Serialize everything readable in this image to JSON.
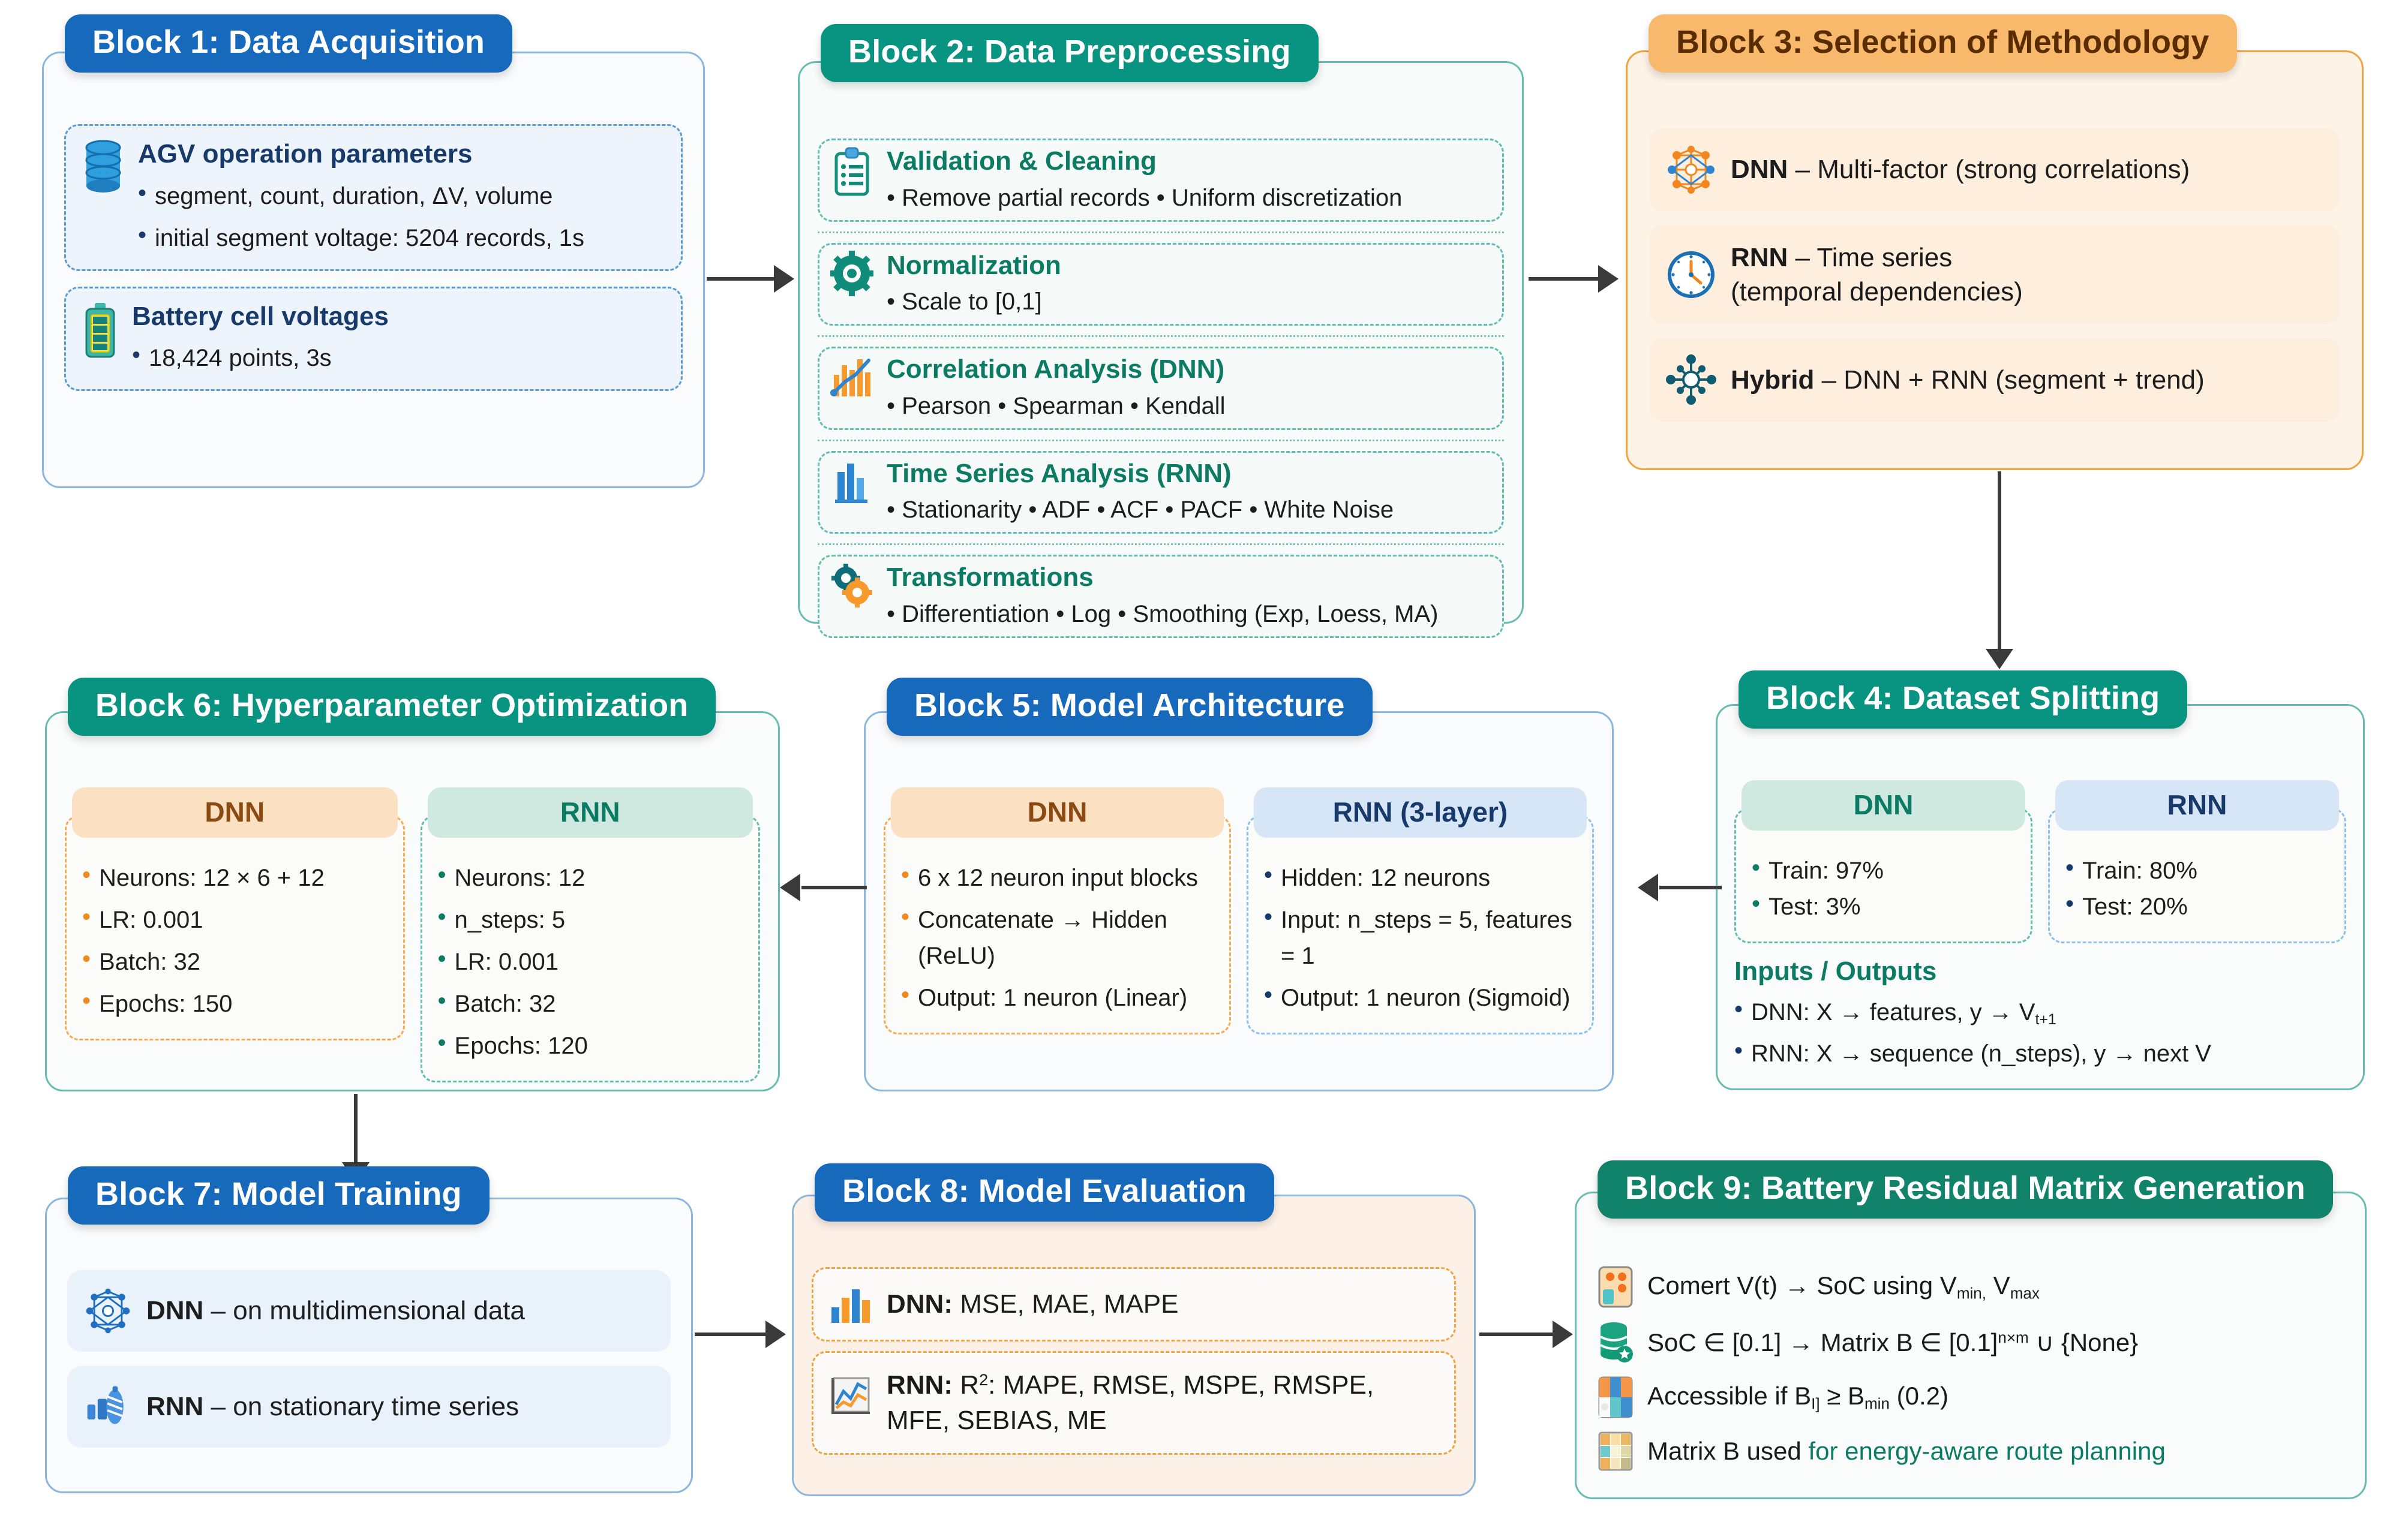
{
  "blocks": {
    "b1": {
      "title": "Block 1: Data Acquisition",
      "card1": {
        "title": "AGV operation parameters",
        "lines": [
          "segment, count, duration, ΔV, volume",
          "initial segment voltage: 5204 records, 1s"
        ],
        "icon": "database-icon"
      },
      "card2": {
        "title": "Battery cell voltages",
        "lines": [
          "18,424 points, 3s"
        ],
        "icon": "battery-icon"
      }
    },
    "b2": {
      "title": "Block 2: Data Preprocessing",
      "items": [
        {
          "title": "Validation & Cleaning",
          "line": "• Remove partial records  • Uniform discretization",
          "icon": "clipboard-icon"
        },
        {
          "title": "Normalization",
          "line": "• Scale to [0,1]",
          "icon": "gear-icon"
        },
        {
          "title": "Correlation Analysis (DNN)",
          "line": "• Pearson  • Spearman  • Kendall",
          "icon": "bar-trend-icon"
        },
        {
          "title": "Time Series Analysis (RNN)",
          "line": "• Stationarity • ADF • ACF • PACF • White Noise",
          "icon": "bar-chart-icon"
        },
        {
          "title": "Transformations",
          "line": "• Differentiation • Log • Smoothing (Exp, Loess, MA)",
          "icon": "gears-icon"
        }
      ]
    },
    "b3": {
      "title": "Block 3: Selection of Methodology",
      "items": [
        {
          "bold": "DNN",
          "rest": " – Multi-factor (strong correlations)",
          "icon": "neural-net-icon"
        },
        {
          "bold": "RNN",
          "rest": " – Time series",
          "rest2": "(temporal dependencies)",
          "icon": "clock-icon"
        },
        {
          "bold": "Hybrid",
          "rest": " – DNN + RNN (segment + trend)",
          "icon": "hybrid-net-icon"
        }
      ]
    },
    "b4": {
      "title": "Block 4: Dataset Splitting",
      "cols": [
        {
          "name": "DNN",
          "items": [
            "Train: 97%",
            "Test: 3%"
          ]
        },
        {
          "name": "RNN",
          "items": [
            "Train: 80%",
            "Test: 20%"
          ]
        }
      ],
      "io_title": "Inputs / Outputs",
      "io_items": [
        "DNN: X → features, y → V",
        "RNN: X → sequence (n_steps), y → next V"
      ],
      "io_sub": "t+1"
    },
    "b5": {
      "title": "Block 5: Model Architecture",
      "cols": [
        {
          "name": "DNN",
          "items": [
            "6 x 12 neuron input blocks",
            "Concatenate → Hidden (ReLU)",
            "Output: 1 neuron (Linear)"
          ]
        },
        {
          "name": "RNN (3-layer)",
          "items": [
            "Hidden: 12 neurons",
            "Input: n_steps = 5, features = 1",
            "Output: 1 neuron (Sigmoid)"
          ]
        }
      ]
    },
    "b6": {
      "title": "Block 6: Hyperparameter Optimization",
      "cols": [
        {
          "name": "DNN",
          "items": [
            "Neurons: 12 × 6 + 12",
            "LR: 0.001",
            "Batch: 32",
            "Epochs: 150"
          ]
        },
        {
          "name": "RNN",
          "items": [
            "Neurons: 12",
            "n_steps: 5",
            "LR: 0.001",
            "Batch: 32",
            "Epochs: 120"
          ]
        }
      ]
    },
    "b7": {
      "title": "Block 7: Model Training",
      "items": [
        {
          "bold": "DNN",
          "rest": " – on multidimensional data",
          "icon": "neural-net-icon"
        },
        {
          "bold": "RNN",
          "rest": " – on stationary time series",
          "icon": "rnn-icon"
        }
      ]
    },
    "b8": {
      "title": "Block 8: Model Evaluation",
      "items": [
        {
          "bold": "DNN:",
          "rest": " MSE, MAE, MAPE",
          "icon": "bar-chart-icon"
        },
        {
          "bold": "RNN:",
          "rest": " R",
          "sup": "2",
          "rest2": ": MAPE, RMSE, MSPE, RMSPE, MFE, SEBIAS, ME",
          "icon": "line-chart-icon"
        }
      ]
    },
    "b9": {
      "title": "Block 9: Battery Residual Matrix Generation",
      "items": [
        {
          "icon": "soc-card-icon",
          "text": "Comert V(t) → SoC using V",
          "sub1": "min,",
          "text2": " V",
          "sub2": "max"
        },
        {
          "icon": "db-star-icon",
          "text": "SoC ∈ [0.1] → Matrix B ∈ [0.1]",
          "sup": "n×m",
          "text2": " ∪ {None}"
        },
        {
          "icon": "matrix-cells-icon",
          "text": "Accessible if B",
          "sub1": "I]",
          "text2": " ≥ B",
          "sub2": "min",
          "text3": " (0.2)"
        },
        {
          "icon": "grid-icon",
          "text": "Matrix B used ",
          "green": "for energy-aware route planning"
        }
      ]
    }
  },
  "colors": {
    "header_blue": "#1769BC",
    "header_green": "#099481",
    "header_green_dark": "#12836B",
    "header_orange": "#F8B96D",
    "accent_orange": "#F08A1C",
    "accent_navy": "#173A6B",
    "accent_green": "#0B7B63"
  }
}
